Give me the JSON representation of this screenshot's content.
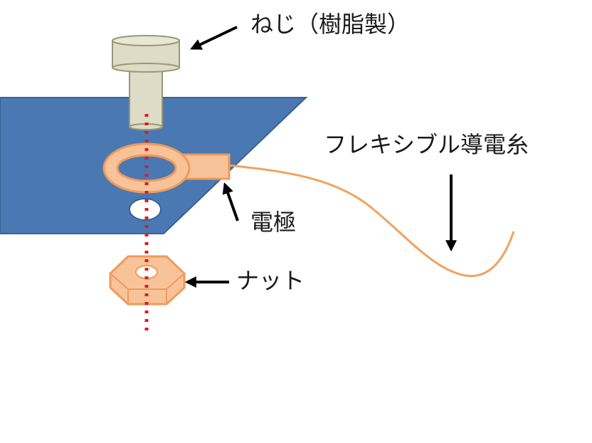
{
  "labels": {
    "screw": "ねじ（樹脂製）",
    "thread": "フレキシブル導電糸",
    "electrode": "電極",
    "nut": "ナット"
  },
  "colors": {
    "board": "#4a78b2",
    "board_edge": "#3b6296",
    "screw_fill": "#dedbc6",
    "screw_edge": "#9b9775",
    "orange_fill": "#f9c39a",
    "orange_edge": "#f09a5a",
    "axis_line": "#d91f1f",
    "arrow": "#000000"
  },
  "icons": [
    "screw-icon",
    "board-icon",
    "electrode-icon",
    "nut-icon",
    "wire-icon",
    "arrow-icon"
  ]
}
